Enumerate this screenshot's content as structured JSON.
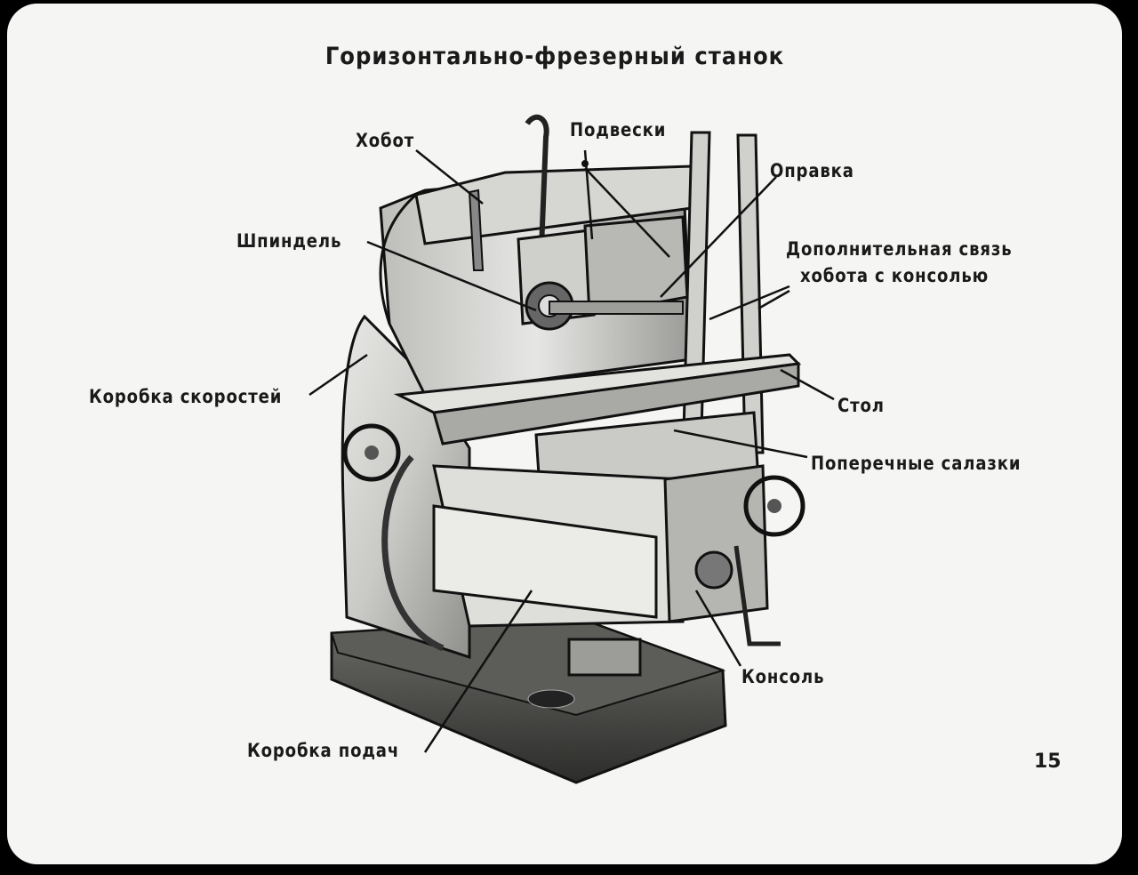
{
  "title": "Горизонтально-фрезерный станок",
  "labels": {
    "hobot": "Хобот",
    "podveski": "Подвески",
    "opravka": "Оправка",
    "shpindel": "Шпиндель",
    "dop_svyaz_line1": "Дополнительная связь",
    "dop_svyaz_line2": "хобота с консолью",
    "korobka_skorostey": "Коробка скоростей",
    "stol": "Стол",
    "poperechnye_salazki": "Поперечные салазки",
    "konsol": "Консоль",
    "korobka_podach": "Коробка подач"
  },
  "page_number": "15"
}
